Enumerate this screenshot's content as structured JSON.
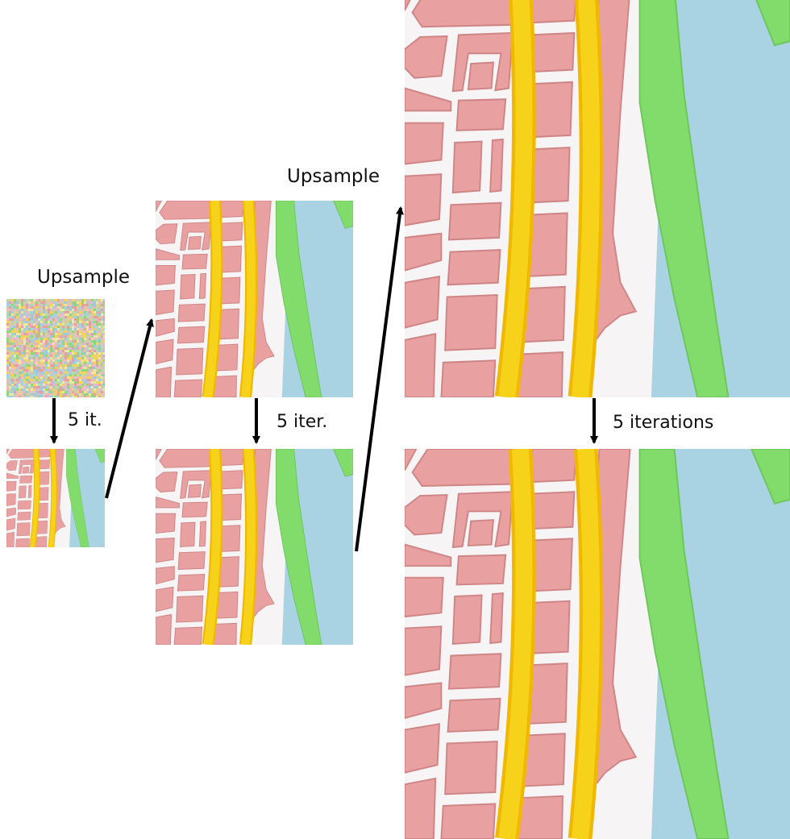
{
  "labels": {
    "upsample_small": "Upsample",
    "upsample_large": "Upsample",
    "step_small": "5 it.",
    "step_medium": "5 iter.",
    "step_large": "5 iterations"
  },
  "colors": {
    "block": "#e9a0a0",
    "block_shade": "#cf8585",
    "street": "#f6f4f5",
    "road": "#f7cf0f",
    "road_edge": "#f0b800",
    "park": "#82dc6c",
    "water": "#a9d2e2"
  },
  "noise_colors": [
    "#e6a0a0",
    "#f2d35c",
    "#8fd67c",
    "#a6cfe0",
    "#d8c8a8",
    "#b8d8b0",
    "#e8c0c0",
    "#f0e6a0",
    "#9fc8d8",
    "#e0b8c8"
  ]
}
